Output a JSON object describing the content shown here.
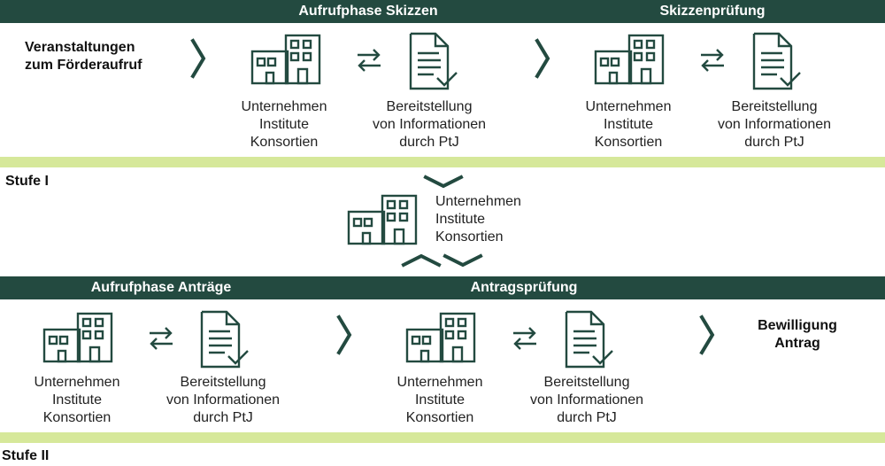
{
  "row1": {
    "band_left_title": "Aufrufphase Skizzen",
    "band_right_title": "Skizzenprüfung",
    "start_label": [
      "Veranstaltungen",
      "zum Förderaufruf"
    ],
    "group1": {
      "org": [
        "Unternehmen",
        "Institute",
        "Konsortien"
      ],
      "info": [
        "Bereitstellung",
        "von Informationen",
        "durch PtJ"
      ]
    },
    "group2": {
      "org": [
        "Unternehmen",
        "Institute",
        "Konsortien"
      ],
      "info": [
        "Bereitstellung",
        "von Informationen",
        "durch PtJ"
      ]
    },
    "stage_label": "Stufe I"
  },
  "middle": {
    "org": [
      "Unternehmen",
      "Institute",
      "Konsortien"
    ]
  },
  "row2": {
    "band_left_title": "Aufrufphase Anträge",
    "band_right_title": "Antragsprüfung",
    "group1": {
      "org": [
        "Unternehmen",
        "Institute",
        "Konsortien"
      ],
      "info": [
        "Bereitstellung",
        "von Informationen",
        "durch PtJ"
      ]
    },
    "group2": {
      "org": [
        "Unternehmen",
        "Institute",
        "Konsortien"
      ],
      "info": [
        "Bereitstellung",
        "von Informationen",
        "durch PtJ"
      ]
    },
    "end_label": [
      "Bewilligung",
      "Antrag"
    ],
    "stage_label": "Stufe II"
  },
  "colors": {
    "dark_green": "#234a40",
    "lime": "#d6e89a"
  },
  "icons": [
    "building-icon",
    "exchange-arrows-icon",
    "document-check-icon",
    "chevron-right-icon",
    "chevron-down-icon",
    "chevron-up-icon"
  ]
}
